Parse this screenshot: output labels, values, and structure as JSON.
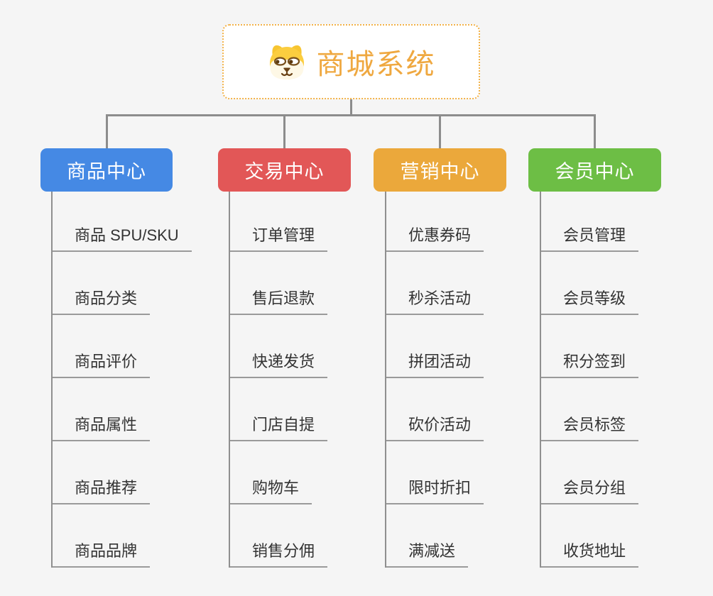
{
  "page": {
    "background": "#F5F5F5"
  },
  "connector_color": "#8C8C8C",
  "root": {
    "title": "商城系统",
    "icon": "dog-face-icon",
    "title_color": "#EFA840",
    "border_color": "#F2B249"
  },
  "branches": [
    {
      "label": "商品中心",
      "color": "#4589E4",
      "items": [
        "商品 SPU/SKU",
        "商品分类",
        "商品评价",
        "商品属性",
        "商品推荐",
        "商品品牌"
      ]
    },
    {
      "label": "交易中心",
      "color": "#E25757",
      "items": [
        "订单管理",
        "售后退款",
        "快递发货",
        "门店自提",
        "购物车",
        "销售分佣"
      ]
    },
    {
      "label": "营销中心",
      "color": "#EBA83B",
      "items": [
        "优惠券码",
        "秒杀活动",
        "拼团活动",
        "砍价活动",
        "限时折扣",
        "满减送"
      ]
    },
    {
      "label": "会员中心",
      "color": "#6DBE45",
      "items": [
        "会员管理",
        "会员等级",
        "积分签到",
        "会员标签",
        "会员分组",
        "收货地址"
      ]
    }
  ]
}
